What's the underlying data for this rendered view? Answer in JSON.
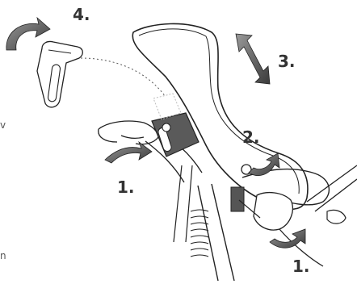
{
  "steps": {
    "step4": "4.",
    "step3": "3.",
    "step2": "2.",
    "step1_left": "1.",
    "step1_bottom": "1."
  },
  "margin_fragments": {
    "left_top": "v",
    "left_bottom": "n"
  },
  "colors": {
    "line": "#222222",
    "arrow_fill": "#6e6e6e",
    "arrow_dark": "#2e2e2e",
    "bracket_fill": "#555555",
    "text": "#333333"
  }
}
